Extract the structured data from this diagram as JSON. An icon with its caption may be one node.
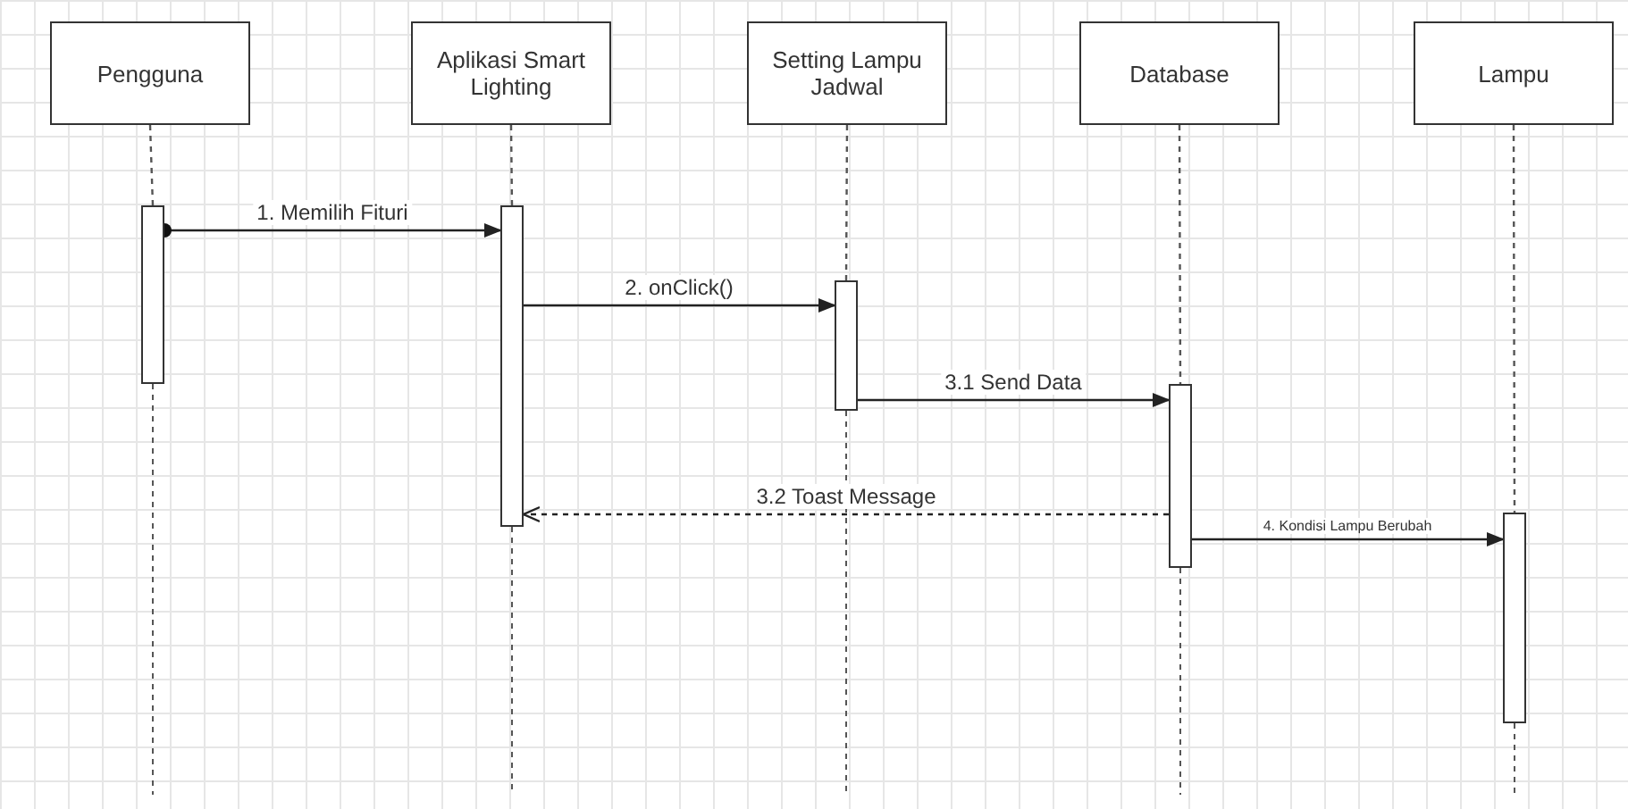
{
  "diagram": {
    "nodes": [
      {
        "text": [
          "Pengguna"
        ]
      },
      {
        "text": [
          "Aplikasi Smart Lighting"
        ]
      },
      {
        "text": [
          "Setting Lampu Jadwal"
        ]
      },
      {
        "text": [
          "Database"
        ]
      },
      {
        "text": [
          "Lampu"
        ]
      },
      {
        "text": [],
        "shape": "bar"
      },
      {
        "text": [],
        "shape": "bar"
      },
      {
        "text": [],
        "shape": "bar"
      },
      {
        "text": [],
        "shape": "bar"
      },
      {
        "text": [],
        "shape": "bar"
      }
    ],
    "edges": [
      {
        "from": 0,
        "to": 5,
        "arrow": "none",
        "style": "dashed"
      },
      {
        "from": 1,
        "to": 6,
        "arrow": "none",
        "style": "dashed"
      },
      {
        "from": 2,
        "to": 7,
        "arrow": "none",
        "style": "dashed"
      },
      {
        "from": 3,
        "to": 8,
        "arrow": "none",
        "style": "dashed"
      },
      {
        "from": 4,
        "to": 9,
        "arrow": "none",
        "style": "dashed"
      },
      {
        "from": 5,
        "to": 6,
        "arrow": "to",
        "label": "1. Memilih Fituri"
      },
      {
        "from": 6,
        "to": 7,
        "arrow": "to",
        "label": "2. onClick()"
      },
      {
        "from": 7,
        "to": 8,
        "arrow": "to",
        "label": "3.1 Send Data"
      },
      {
        "from": 8,
        "to": 6,
        "arrow": "to",
        "label": "3.2 Toast Message",
        "style": "dashed"
      },
      {
        "from": 8,
        "to": 9,
        "arrow": "to",
        "label": "4. Kondisi Lampu Berubah"
      }
    ]
  }
}
